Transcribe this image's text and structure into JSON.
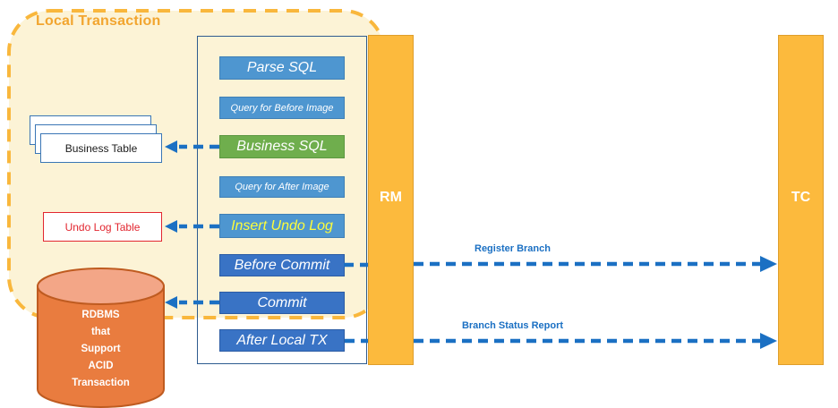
{
  "region": {
    "title": "Local Transaction"
  },
  "steps": [
    {
      "label": "Parse SQL"
    },
    {
      "label": "Query for Before Image"
    },
    {
      "label": "Business SQL"
    },
    {
      "label": "Query for After Image"
    },
    {
      "label": "Insert Undo Log"
    },
    {
      "label": "Before Commit"
    },
    {
      "label": "Commit"
    },
    {
      "label": "After Local TX"
    }
  ],
  "actors": {
    "rm": "RM",
    "tc": "TC"
  },
  "stores": {
    "business_table": "Business Table",
    "undo_log_table": "Undo Log Table"
  },
  "database": {
    "lines": [
      "RDBMS",
      "that",
      "Support",
      "ACID",
      "Transaction"
    ]
  },
  "messages": {
    "register_branch": "Register Branch",
    "branch_status_report": "Branch Status Report"
  },
  "colors": {
    "region_fill": "#FCF3D6",
    "region_border": "#F9B73C",
    "title_text": "#F2A52F",
    "step_blue": "#4E96D0",
    "step_green": "#6FAE4D",
    "step_dark_blue": "#3973C5",
    "step_yellow_text": "#FCFC3C",
    "actor_bar": "#FCBA3D",
    "arrow_blue": "#1B70C3",
    "undo_red": "#E2262F",
    "cylinder_body": "#E97C3F",
    "cylinder_top": "#F3A687",
    "column_border": "#2E5B8F"
  }
}
